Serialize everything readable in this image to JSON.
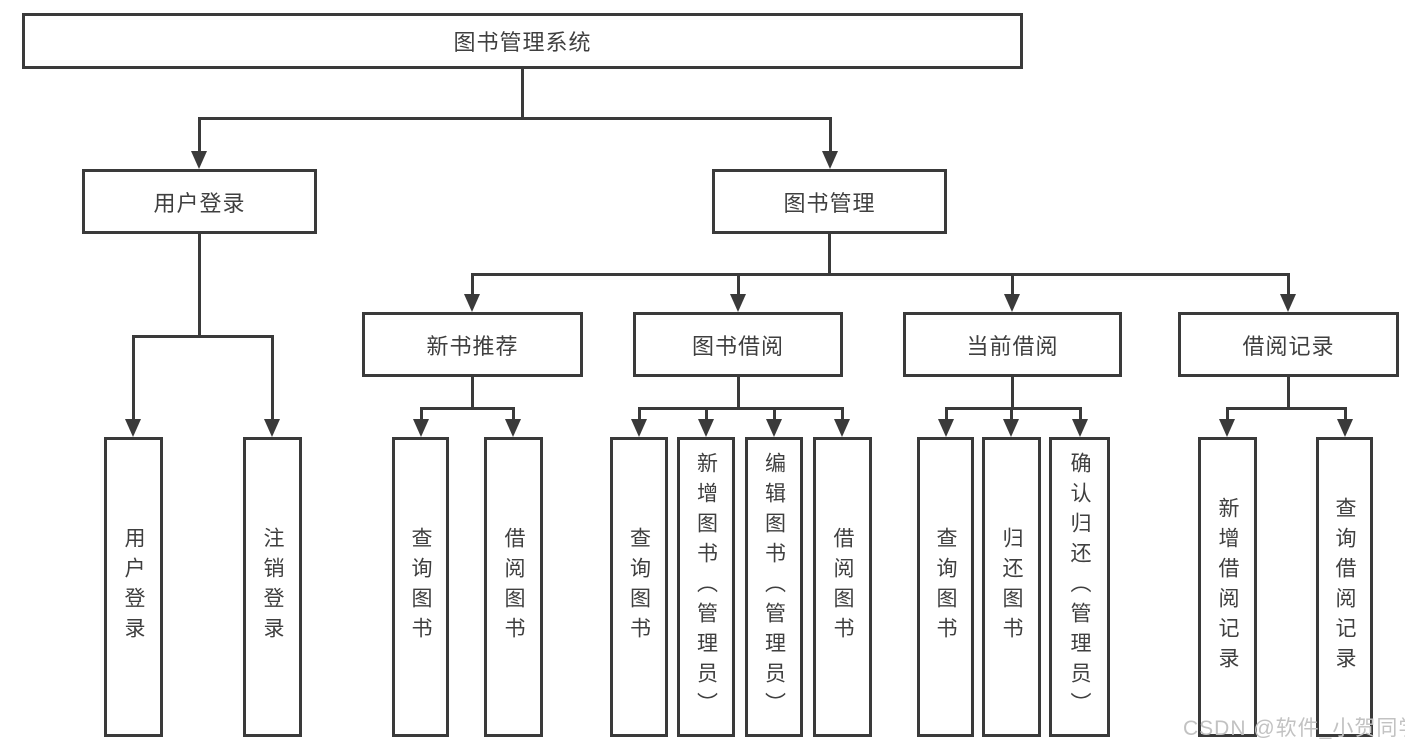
{
  "diagram": {
    "watermark": "CSDN @软件_小贺同学",
    "colors": {
      "line": "#3a3a3a",
      "text": "#3f3f3f",
      "watermark": "#c2c2c2",
      "background": "#ffffff"
    },
    "tree": {
      "label": "图书管理系统",
      "children": [
        {
          "label": "用户登录",
          "children": [
            {
              "label": "用户登录"
            },
            {
              "label": "注销登录"
            }
          ]
        },
        {
          "label": "图书管理",
          "children": [
            {
              "label": "新书推荐",
              "children": [
                {
                  "label": "查询图书"
                },
                {
                  "label": "借阅图书"
                }
              ]
            },
            {
              "label": "图书借阅",
              "children": [
                {
                  "label": "查询图书"
                },
                {
                  "label": "新增图书（管理员）"
                },
                {
                  "label": "编辑图书（管理员）"
                },
                {
                  "label": "借阅图书"
                }
              ]
            },
            {
              "label": "当前借阅",
              "children": [
                {
                  "label": "查询图书"
                },
                {
                  "label": "归还图书"
                },
                {
                  "label": "确认归还（管理员）"
                }
              ]
            },
            {
              "label": "借阅记录",
              "children": [
                {
                  "label": "新增借阅记录"
                },
                {
                  "label": "查询借阅记录"
                }
              ]
            }
          ]
        }
      ]
    }
  }
}
